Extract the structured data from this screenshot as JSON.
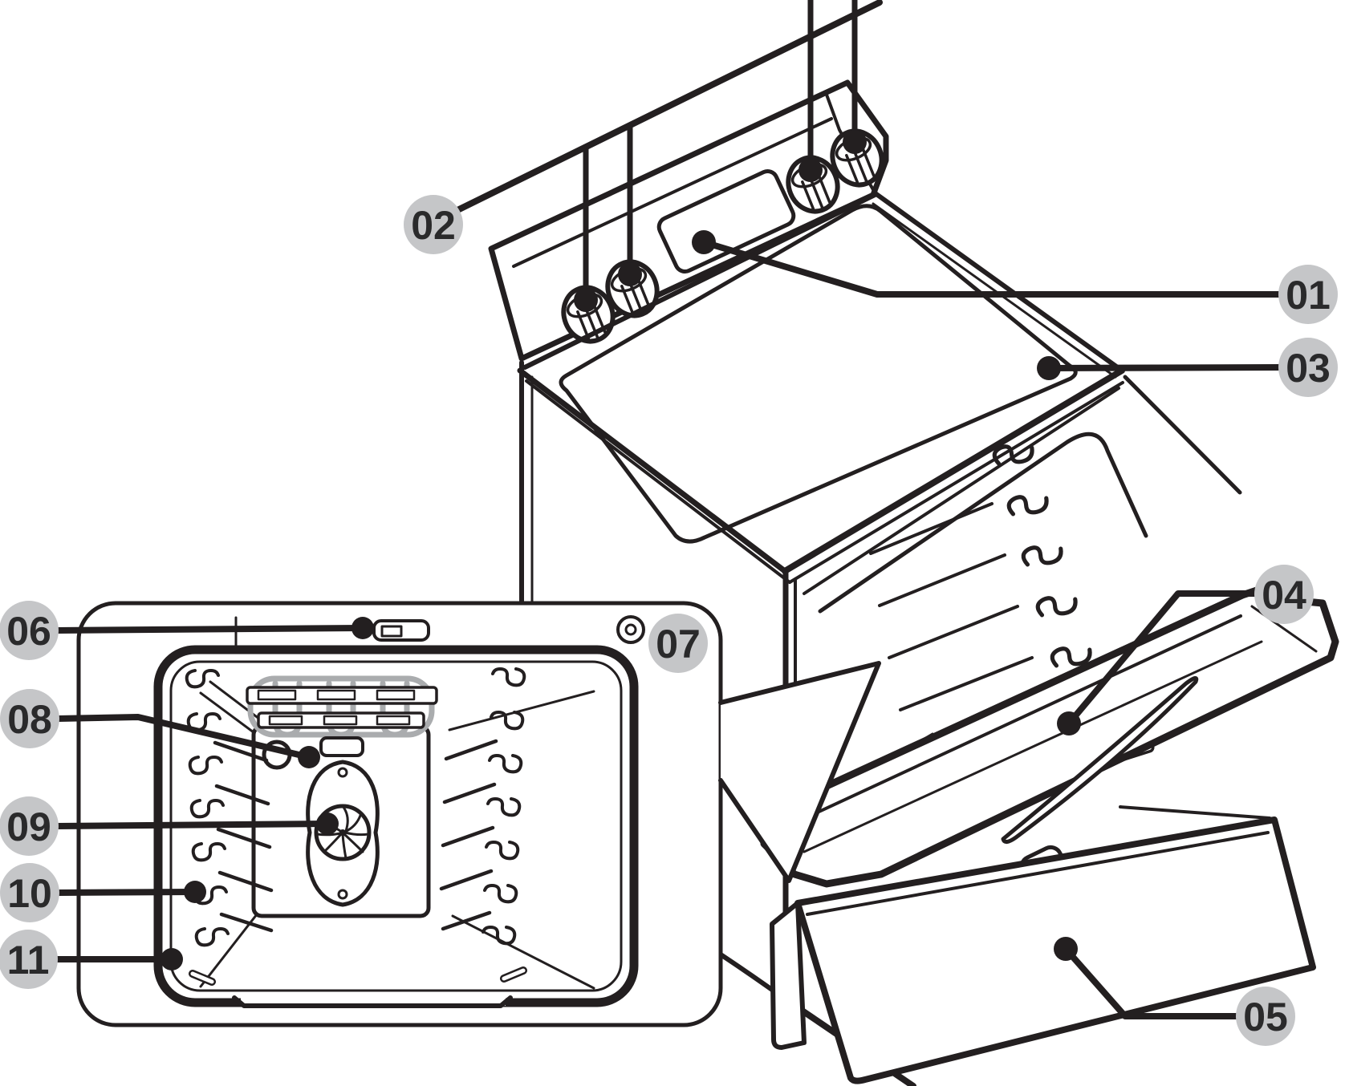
{
  "diagram": {
    "style": {
      "line_color": "#231f20",
      "label_circle_color": "#c5c6c8",
      "label_text_color": "#2a2a2b",
      "broil_element_gray": "#aaacae",
      "background": "#ffffff"
    },
    "callouts": [
      {
        "number": "01",
        "target": "control-panel-display"
      },
      {
        "number": "02",
        "target": "surface-control-knobs"
      },
      {
        "number": "03",
        "target": "cooktop-surface"
      },
      {
        "number": "04",
        "target": "oven-door"
      },
      {
        "number": "05",
        "target": "storage-drawer"
      },
      {
        "number": "06",
        "target": "door-latch"
      },
      {
        "number": "07",
        "target": "vent"
      },
      {
        "number": "08",
        "target": "oven-light"
      },
      {
        "number": "09",
        "target": "convection-fan"
      },
      {
        "number": "10",
        "target": "rack-guides"
      },
      {
        "number": "11",
        "target": "oven-cavity"
      }
    ]
  }
}
